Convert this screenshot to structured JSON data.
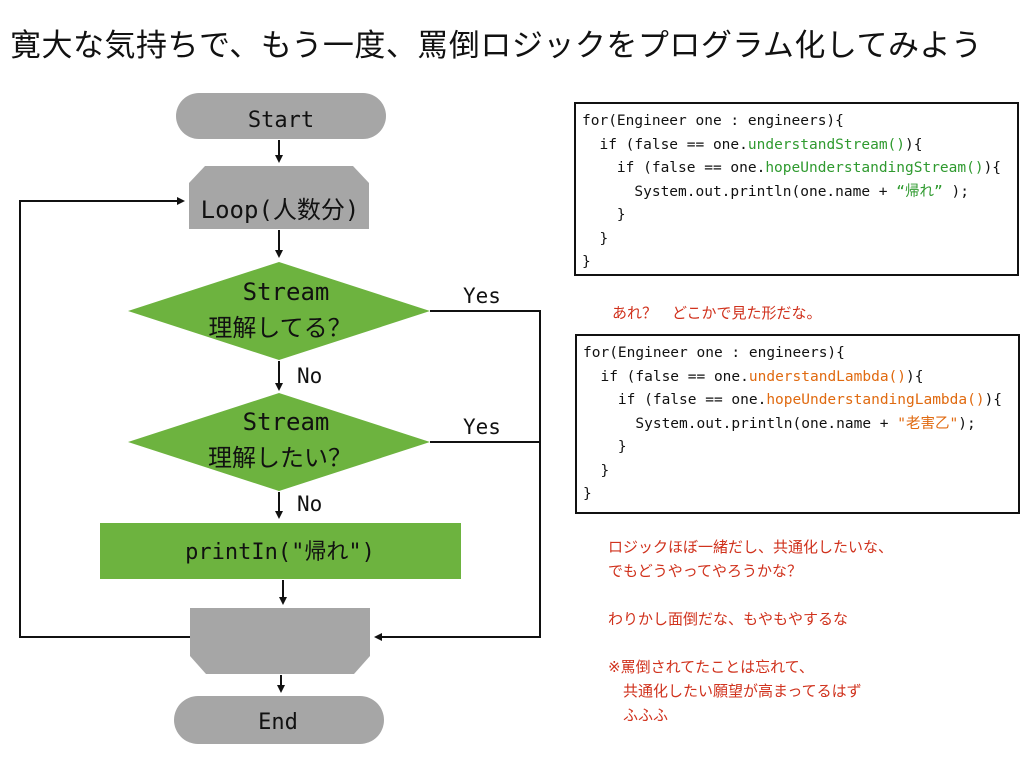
{
  "title": "寛大な気持ちで、もう一度、罵倒ロジックをプログラム化してみよう",
  "flowchart": {
    "start_label": "Start",
    "loop_label": "Loop(人数分)",
    "decision1_line1": "Stream",
    "decision1_line2": "理解してる？",
    "decision2_line1": "Stream",
    "decision2_line2": "理解したい？",
    "process_label": "printIn(\"帰れ\")",
    "end_label": "End",
    "yes_label_1": "Yes",
    "yes_label_2": "Yes",
    "no_label_1": "No",
    "no_label_2": "No",
    "colors": {
      "terminal": "#a6a6a6",
      "decision": "#6db33f",
      "process": "#6db33f",
      "loop": "#a6a6a6"
    }
  },
  "code_block_1": {
    "line1": "for(Engineer one : engineers){",
    "line2_pre": "  if (false == one.",
    "line2_hl": "understandStream()",
    "line2_post": "){",
    "line3_pre": "    if (false == one.",
    "line3_hl": "hopeUnderstandingStream()",
    "line3_post": "){",
    "line4_pre": "      System.out.println(one.name + ",
    "line4_hl": "“帰れ”",
    "line4_post": " );",
    "line5": "    }",
    "line6": "  }",
    "line7": "}"
  },
  "note_1": "あれ？　どこかで見た形だな。",
  "code_block_2": {
    "line1": "for(Engineer one : engineers){",
    "line2_pre": "  if (false == one.",
    "line2_hl": "understandLambda()",
    "line2_post": "){",
    "line3_pre": "    if (false == one.",
    "line3_hl": "hopeUnderstandingLambda()",
    "line3_post": "){",
    "line4_pre": "      System.out.println(one.name + ",
    "line4_hl": "\"老害乙\"",
    "line4_post": ");",
    "line5": "    }",
    "line6": "  }",
    "line7": "}"
  },
  "note_2": "ロジックほぼ一緒だし、共通化したいな、\nでもどうやってやろうかな？\n\nわりかし面倒だな、もやもやするな\n\n※罵倒されてたことは忘れて、\n　共通化したい願望が高まってるはず\n　ふふふ",
  "colors": {
    "note_red": "#d0321d",
    "code_green": "#2f9a2f",
    "code_orange": "#e06a10"
  }
}
